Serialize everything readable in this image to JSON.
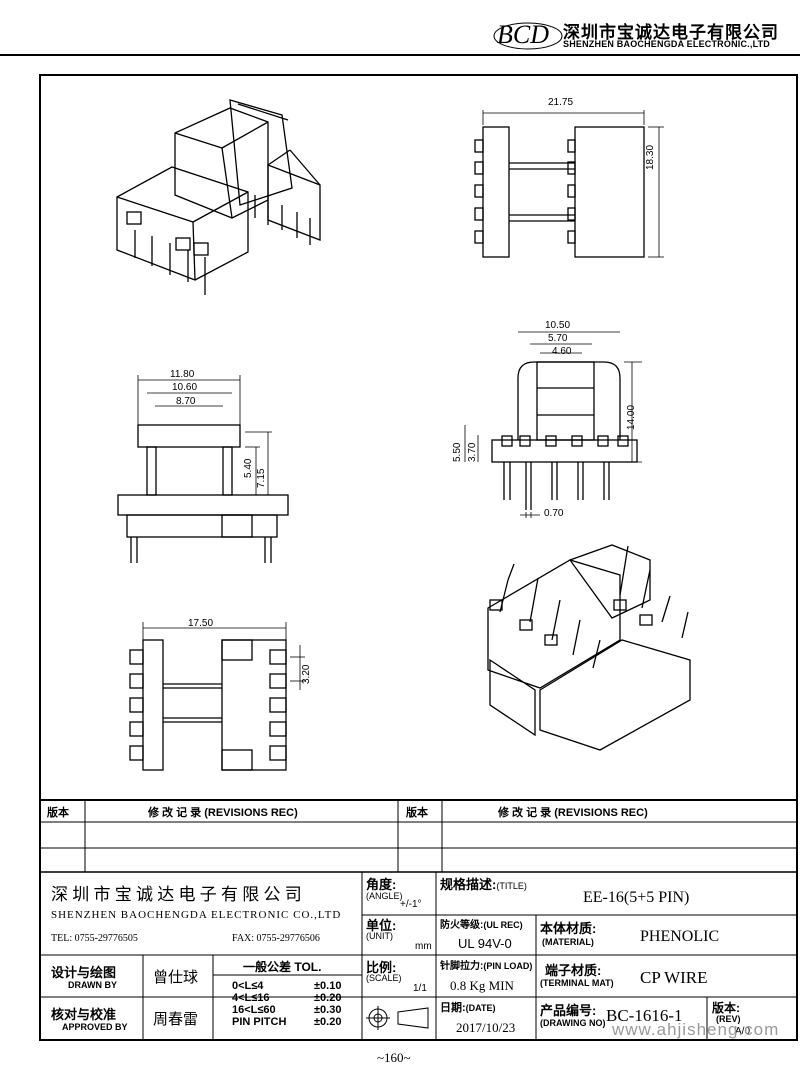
{
  "header": {
    "logo": "BCD",
    "company_cn": "深圳市宝诚达电子有限公司",
    "company_en": "SHENZHEN BAOCHENGDA ELECTRONIC.,LTD"
  },
  "dims": {
    "top_width": "21.75",
    "top_height": "18.30",
    "front_a": "10.50",
    "front_b": "5.70",
    "front_c": "4.60",
    "front_h": "14.00",
    "front_p1": "5.50",
    "front_p2": "3.70",
    "front_pin": "0.70",
    "side_a": "11.80",
    "side_b": "10.60",
    "side_c": "8.70",
    "side_d": "5.40",
    "side_e": "7.15",
    "bottom_w": "17.50",
    "bottom_pitch": "3.20"
  },
  "revisions": {
    "col1_label": "版本",
    "col1_title": "修 改 记 录  (REVISIONS REC)",
    "col2_label": "版本",
    "col2_title": "修 改 记 录  (REVISIONS REC)"
  },
  "titleblock": {
    "company_cn": "深 圳 市 宝 诚 达 电 子 有 限 公 司",
    "company_en": "SHENZHEN BAOCHENGDA ELECTRONIC CO.,LTD",
    "tel": "TEL: 0755-29776505",
    "fax": "FAX: 0755-29776506",
    "angle_label": "角度:",
    "angle_en": "(ANGLE)",
    "angle_value": "+/-1°",
    "unit_label": "单位:",
    "unit_en": "(UNIT)",
    "unit_value": "mm",
    "scale_label": "比例:",
    "scale_en": "(SCALE)",
    "scale_value": "1/1",
    "title_label": "规格描述:",
    "title_en": "(TITLE)",
    "title_value": "EE-16(5+5 PIN)",
    "ul_label": "防火等级:",
    "ul_en": "(UL REC)",
    "ul_value": "UL 94V-0",
    "material_label": "本体材质:",
    "material_en": "(MATERIAL)",
    "material_value": "PHENOLIC",
    "pinload_label": "针脚拉力:",
    "pinload_en": "(PIN LOAD)",
    "pinload_value": "0.8 Kg MIN",
    "terminal_label": "端子材质:",
    "terminal_en": "(TERMINAL MAT)",
    "terminal_value": "CP WIRE",
    "date_label": "日期:",
    "date_en": "(DATE)",
    "date_value": "2017/10/23",
    "drawing_label": "产品编号:",
    "drawing_en": "(DRAWING NO)",
    "drawing_value": "BC-1616-1",
    "rev_label": "版本:",
    "rev_en": "(REV)",
    "rev_value": "A/0",
    "drawn_label": "设计与绘图",
    "drawn_en": "DRAWN BY",
    "drawn_value": "曾仕球",
    "approved_label": "核对与校准",
    "approved_en": "APPROVED BY",
    "approved_value": "周春雷",
    "tol_title": "一般公差 TOL.",
    "tol_rows": [
      {
        "range": "0<L≤4",
        "value": "±0.10"
      },
      {
        "range": "4<L≤16",
        "value": "±0.20"
      },
      {
        "range": "16<L≤60",
        "value": "±0.30"
      },
      {
        "range": "PIN PITCH",
        "value": "±0.20"
      }
    ]
  },
  "watermark": "www.ahjisheng.com",
  "page_number": "~160~"
}
